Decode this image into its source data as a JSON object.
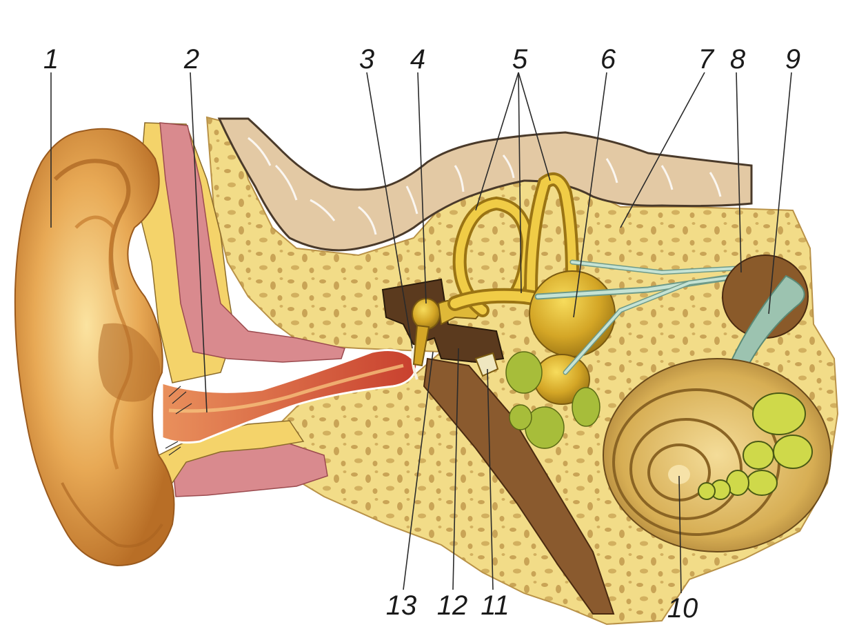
{
  "diagram": {
    "labels": {
      "l1": "1",
      "l2": "2",
      "l3": "3",
      "l4": "4",
      "l5": "5",
      "l6": "6",
      "l7": "7",
      "l8": "8",
      "l9": "9",
      "l10": "10",
      "l11": "11",
      "l12": "12",
      "l13": "13"
    },
    "colors": {
      "background": "#ffffff",
      "auricle": "#e8a955",
      "auricle_dark": "#b86e26",
      "bone": "#f2dc88",
      "bone_pores": "#c9a456",
      "brain": "#e3c9a4",
      "canal_red": "#c8402e",
      "muscle_pink": "#d98a8e",
      "labyrinth": "#d4a626",
      "nerve": "#9cc3b0",
      "nerve_green": "#a7bd3a",
      "cochlea": "#d7ae54",
      "cavity_dark": "#7a4a22",
      "label_line": "#2a2a2a"
    }
  }
}
